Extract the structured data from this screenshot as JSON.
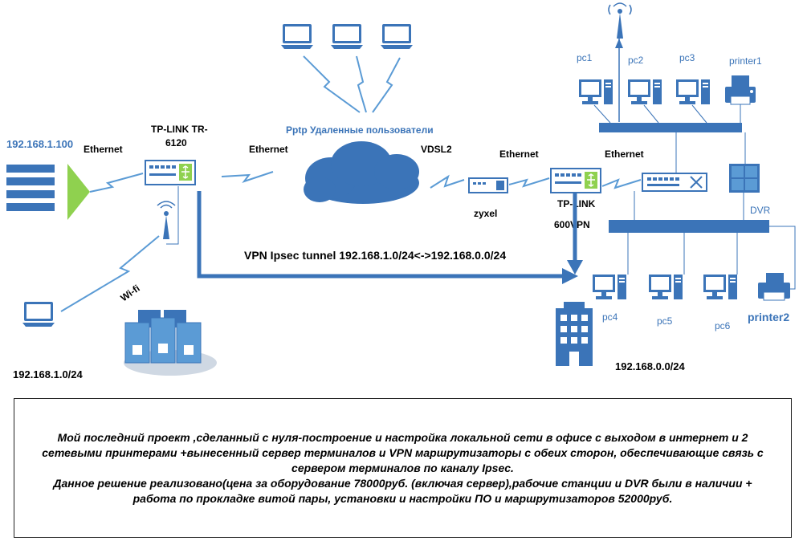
{
  "labels": {
    "ip_server": "192.168.1.100",
    "ethernet_1": "Ethernet",
    "router_left_line1": "TP-LINK TR-",
    "router_left_line2": "6120",
    "ethernet_2": "Ethernet",
    "pptp": "Pptp Удаленные пользователи",
    "vdsl": "VDSL2",
    "ethernet_3": "Ethernet",
    "ethernet_4": "Ethernet",
    "zyxel": "zyxel",
    "router_right_line1": "TP-LINK",
    "router_right_line2": "600VPN",
    "vpn_tunnel": "VPN Ipsec tunnel 192.168.1.0/24<->192.168.0.0/24",
    "wifi": "Wi-fi",
    "subnet_left": "192.168.1.0/24",
    "subnet_right": "192.168.0.0/24",
    "pc1": "pc1",
    "pc2": "pc2",
    "pc3": "pc3",
    "printer1": "printer1",
    "dvr": "DVR",
    "pc4": "pc4",
    "pc5": "pc5",
    "pc6": "pc6",
    "printer2": "printer2"
  },
  "description": {
    "line1": "Мой последний проект ,сделанный с нуля-построение и  настройка локальной сети в офисе с выходом в интернет и 2",
    "line2": "сетевыми принтерами +вынесенный сервер терминалов и VPN маршрутизаторы с обеих сторон,  обеспечивающие связь с",
    "line3": "сервером терминалов по каналу Ipsec.",
    "line4": "Данное решение реализовано(цена за оборудование 78000руб. (включая сервер),рабочие станции и DVR были в наличии +",
    "line5": "работа по прокладке витой пары, установки и настройки ПО и маршрутизаторов 52000руб."
  },
  "colors": {
    "blue": "#3b74b8",
    "light_blue": "#5b9bd5",
    "green": "#8fd14f",
    "border": "#222222"
  }
}
